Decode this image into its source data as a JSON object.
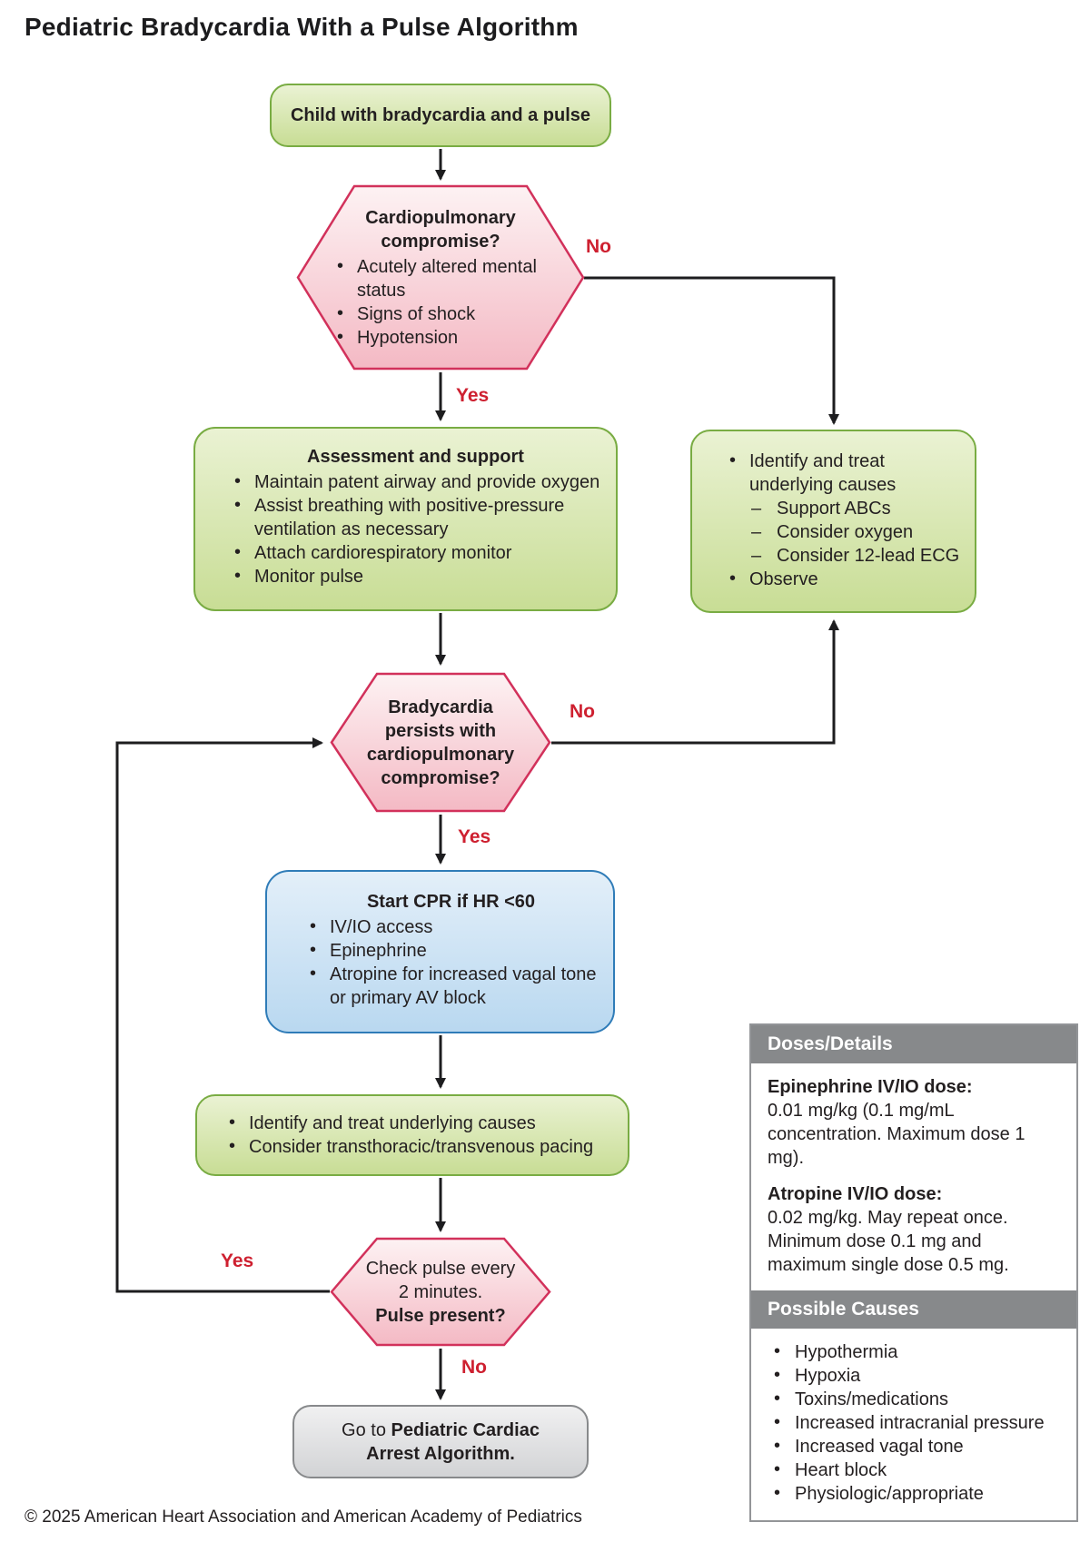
{
  "title": "Pediatric Bradycardia With a Pulse Algorithm",
  "footer": "© 2025 American Heart Association and American Academy of Pediatrics",
  "colors": {
    "green_border": "#79ac43",
    "pink_border": "#d2315b",
    "blue_border": "#2f7cb8",
    "gray_border": "#87898b",
    "branch_label_red": "#ce2030",
    "panel_header_gray": "#87898b"
  },
  "branch_labels": {
    "compromise_no": "No",
    "compromise_yes": "Yes",
    "persists_no": "No",
    "persists_yes": "Yes",
    "pulse_yes": "Yes",
    "pulse_no": "No"
  },
  "nodes": {
    "start": {
      "text": "Child with bradycardia and a pulse"
    },
    "compromise": {
      "title": "Cardiopulmonary compromise?",
      "bullets": [
        "Acutely altered mental status",
        "Signs of shock",
        "Hypotension"
      ]
    },
    "assessment": {
      "title": "Assessment and support",
      "bullets": [
        "Maintain patent airway and provide oxygen",
        "Assist breathing with positive-pressure ventilation as necessary",
        "Attach cardiorespiratory monitor",
        "Monitor pulse"
      ]
    },
    "observe": {
      "bullet_1": "Identify and treat underlying causes",
      "sub_bullets": [
        "Support ABCs",
        "Consider oxygen",
        "Consider 12-lead ECG"
      ],
      "bullet_2": "Observe"
    },
    "persists": {
      "text": "Bradycardia persists with cardiopulmonary compromise?"
    },
    "cpr": {
      "title": "Start CPR if HR <60",
      "bullets": [
        "IV/IO access",
        "Epinephrine",
        "Atropine for increased vagal tone or primary AV block"
      ]
    },
    "pacing": {
      "bullets": [
        "Identify and treat underlying causes",
        "Consider transthoracic/transvenous pacing"
      ]
    },
    "pulse_check": {
      "line_1": "Check pulse every 2 minutes.",
      "line_2": "Pulse present?"
    },
    "goto_arrest": {
      "prefix": "Go to ",
      "emphasis": "Pediatric Cardiac Arrest Algorithm."
    }
  },
  "panels": {
    "doses": {
      "header": "Doses/Details",
      "entries": [
        {
          "label": "Epinephrine IV/IO dose:",
          "text": "0.01 mg/kg (0.1 mg/mL concentration. Maximum dose 1 mg)."
        },
        {
          "label": "Atropine IV/IO dose:",
          "text": "0.02 mg/kg. May repeat once. Minimum dose 0.1 mg and maximum single dose 0.5 mg."
        }
      ]
    },
    "causes": {
      "header": "Possible Causes",
      "items": [
        "Hypothermia",
        "Hypoxia",
        "Toxins/medications",
        "Increased intracranial pressure",
        "Increased vagal tone",
        "Heart block",
        "Physiologic/appropriate"
      ]
    }
  }
}
